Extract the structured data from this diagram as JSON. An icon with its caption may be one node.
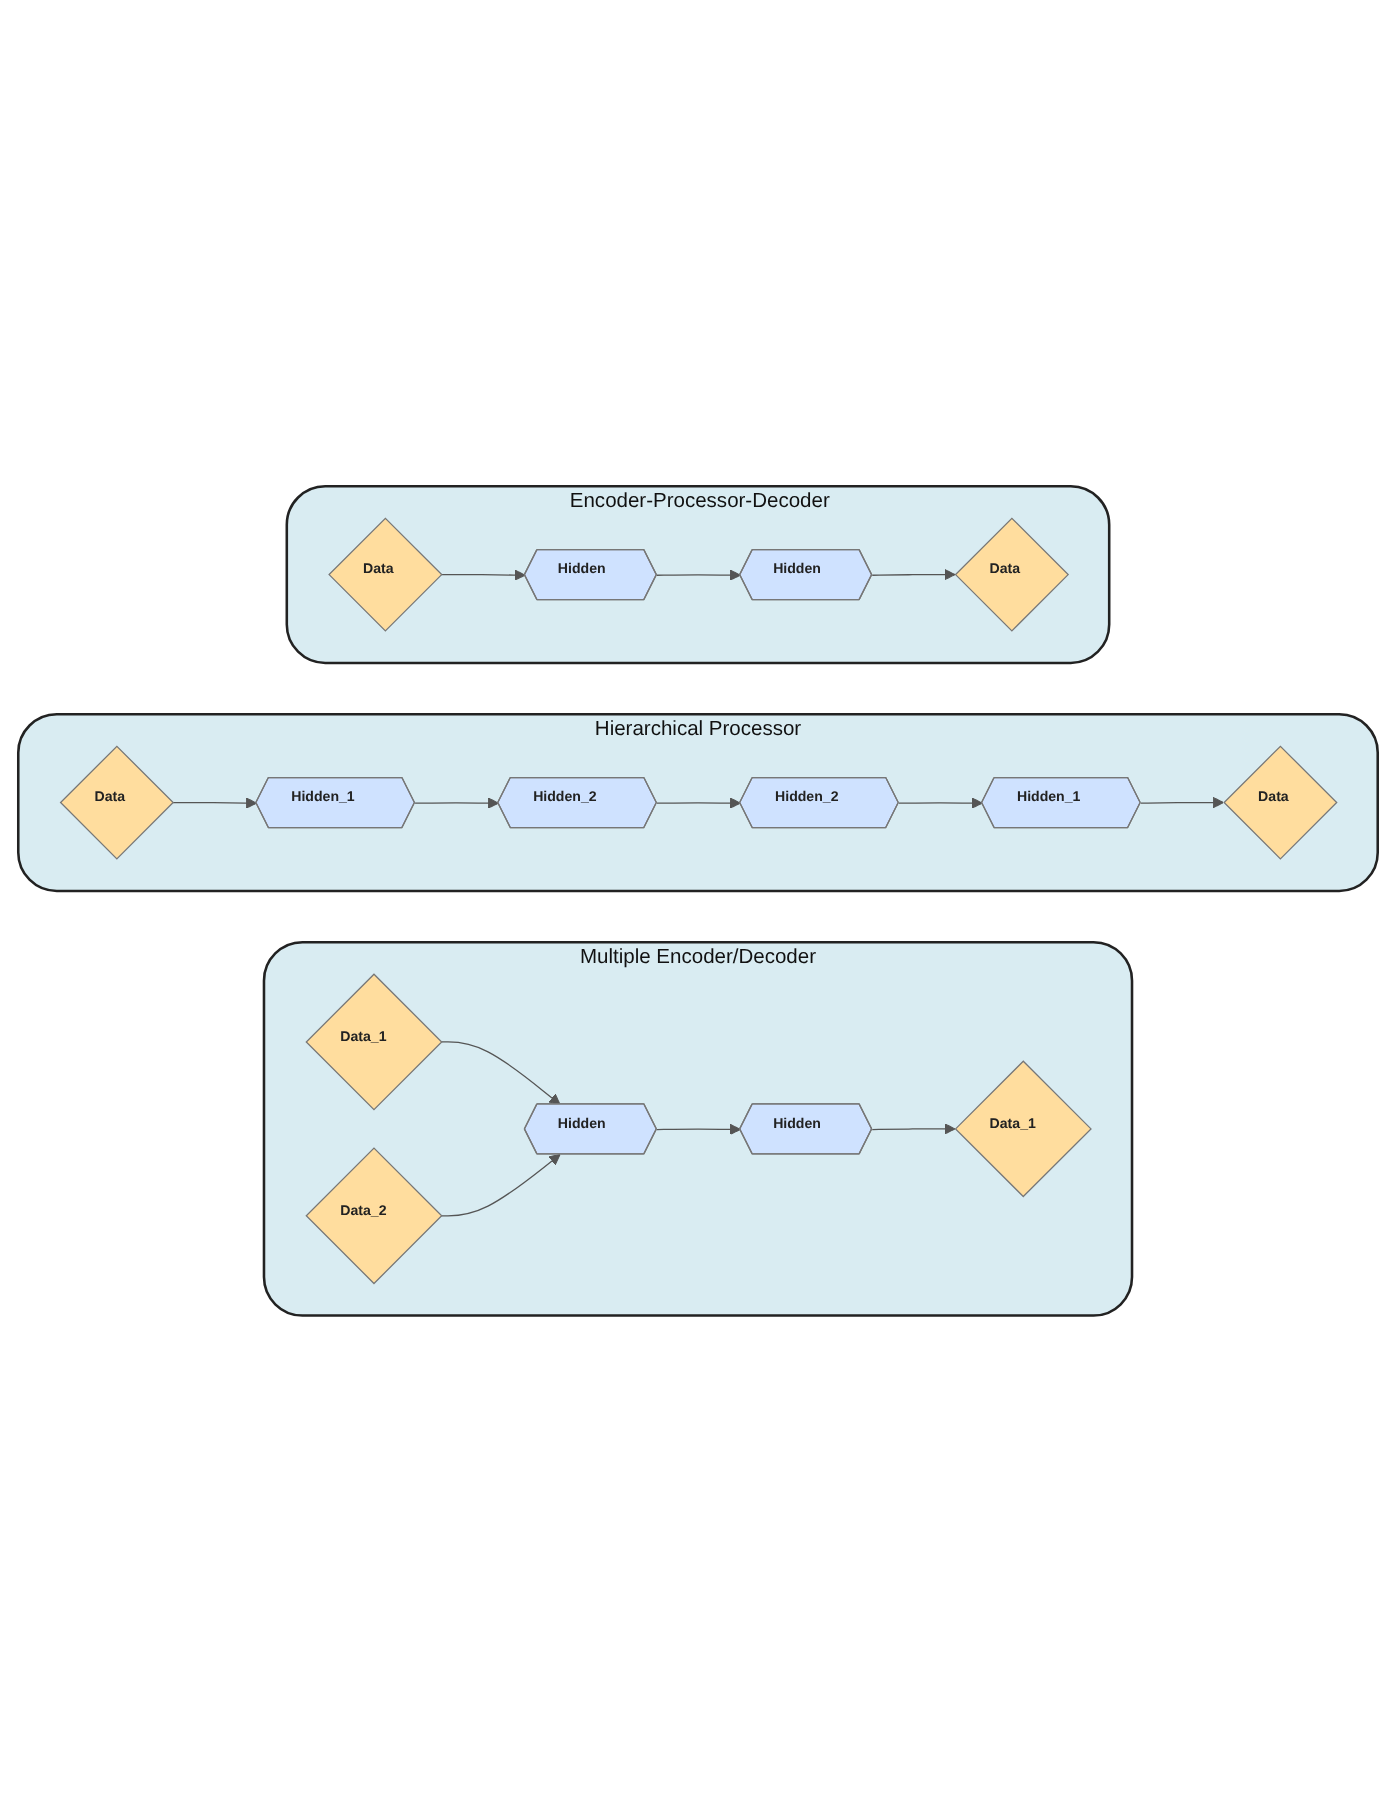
{
  "diagram": {
    "nodes": [
      {
        "text": [
          "Encoder-Processor-Decoder"
        ]
      },
      {
        "text": [
          "Data"
        ],
        "in": 0
      },
      {
        "text": [
          "Hidden"
        ],
        "in": 0
      },
      {
        "text": [
          "Hidden"
        ],
        "in": 0
      },
      {
        "text": [
          "Data"
        ],
        "in": 0
      },
      {
        "text": [
          "Hierarchical Processor"
        ]
      },
      {
        "text": [
          "Data"
        ],
        "in": 5
      },
      {
        "text": [
          "Hidden_1"
        ],
        "in": 5
      },
      {
        "text": [
          "Hidden_2"
        ],
        "in": 5
      },
      {
        "text": [
          "Hidden_2"
        ],
        "in": 5
      },
      {
        "text": [
          "Hidden_1"
        ],
        "in": 5
      },
      {
        "text": [
          "Data"
        ],
        "in": 5
      },
      {
        "text": [
          "Multiple Encoder/Decoder"
        ]
      },
      {
        "text": [
          "Data_1"
        ],
        "in": 12
      },
      {
        "text": [
          "Data_2"
        ],
        "in": 12
      },
      {
        "text": [
          "Hidden"
        ],
        "in": 12
      },
      {
        "text": [
          "Hidden"
        ],
        "in": 12
      },
      {
        "text": [
          "Data_1"
        ],
        "in": 12
      }
    ],
    "edges": [
      {
        "from": 1,
        "to": 2,
        "arrow": "to"
      },
      {
        "from": 2,
        "to": 3,
        "arrow": "to"
      },
      {
        "from": 3,
        "to": 4,
        "arrow": "to"
      },
      {
        "from": 6,
        "to": 7,
        "arrow": "to"
      },
      {
        "from": 7,
        "to": 8,
        "arrow": "to"
      },
      {
        "from": 8,
        "to": 9,
        "arrow": "to"
      },
      {
        "from": 9,
        "to": 10,
        "arrow": "to"
      },
      {
        "from": 10,
        "to": 11,
        "arrow": "to"
      },
      {
        "from": 13,
        "to": 15,
        "arrow": "to"
      },
      {
        "from": 14,
        "to": 15,
        "arrow": "to"
      },
      {
        "from": 15,
        "to": 16,
        "arrow": "to"
      },
      {
        "from": 16,
        "to": 17,
        "arrow": "to"
      }
    ]
  }
}
